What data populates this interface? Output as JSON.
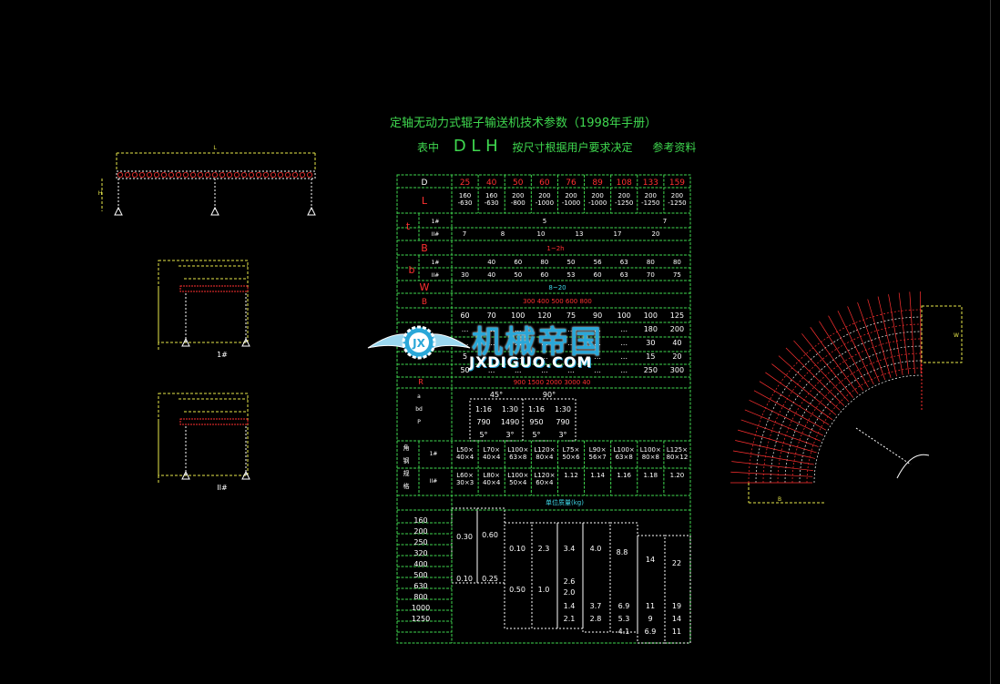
{
  "drawing": {
    "title": "定轴无动力式辊子输送机技术参数（1998年手册）",
    "subtitle_prefix": "表中",
    "subtitle_symbols": "D   L   H",
    "subtitle_note": "按尺寸根据用户要求决定",
    "subtitle_ref": "参考资料",
    "view_labels": [
      "1#",
      "II#"
    ],
    "colors": {
      "green": "#3fd84f",
      "red": "#ff3030",
      "yellow": "#e8e84a",
      "cyan": "#3fd8e8",
      "white": "#ffffff"
    }
  },
  "table": {
    "diameters": [
      "25",
      "40",
      "50",
      "60",
      "76",
      "89",
      "108",
      "133",
      "159"
    ],
    "row_L": {
      "label": "L",
      "values": [
        "160\n-630",
        "160\n-630",
        "200\n-800",
        "200\n-1000",
        "200\n-1000",
        "200\n-1000",
        "200\n-1250",
        "200\n-1250",
        "200\n-1250"
      ]
    },
    "row_t": {
      "label": "t",
      "sub1": "1#",
      "v1a": "5",
      "v1b": "7",
      "sub2": "II#",
      "v2": [
        "7",
        "8",
        "10",
        "13",
        "17",
        "20"
      ]
    },
    "row_B": {
      "label": "B",
      "value": "1~2h"
    },
    "row_b": {
      "label": "b",
      "sub1": "1#",
      "v1": [
        "40",
        "60",
        "80",
        "50",
        "56",
        "63",
        "80",
        "80"
      ],
      "sub2": "II#",
      "v2": [
        "30",
        "40",
        "50",
        "60",
        "53",
        "60",
        "63",
        "70",
        "75"
      ]
    },
    "row_W": {
      "label": "W",
      "value": "8~20"
    },
    "row_B2": {
      "label": "B",
      "values": "300  400  500  600  800"
    },
    "row_block": {
      "rows": [
        [
          "60",
          "70",
          "100",
          "120",
          "75",
          "90",
          "100",
          "100",
          "125"
        ],
        [
          "...",
          "...",
          "...",
          "...",
          "...",
          "...",
          "...",
          "180",
          "200"
        ],
        [
          "...",
          "...",
          "...",
          "...",
          "...",
          "...",
          "...",
          "30",
          "40"
        ],
        [
          "5",
          "...",
          "...",
          "...",
          "...",
          "...",
          "...",
          "15",
          "20"
        ],
        [
          "50",
          "...",
          "...",
          "...",
          "...",
          "...",
          "...",
          "250",
          "300"
        ]
      ]
    },
    "row_R": {
      "label": "R",
      "values": "900  1500  2000  3000  40"
    },
    "angle": {
      "header": [
        "45°",
        "90°"
      ],
      "rows": [
        {
          "label": "a",
          "values": [
            "1:16",
            "1:30",
            "1:16",
            "1:30"
          ]
        },
        {
          "label": "bd",
          "values": [
            "790",
            "1490",
            "950",
            "790"
          ]
        },
        {
          "label": "P",
          "values": [
            "5°",
            "3°",
            "5°",
            "3°"
          ]
        }
      ]
    },
    "angle_row_labels": [
      "a",
      "bd",
      "P"
    ],
    "bracket": {
      "labels": [
        "角",
        "钢",
        "规",
        "格"
      ],
      "sub1": "1#",
      "v1": [
        "L50×\n40×4",
        "L70×\n40×4",
        "L100×\n63×8",
        "L120×\n80×4",
        "L75×\n50×6",
        "L90×\n56×7",
        "L100×\n63×8",
        "L100×\n80×8",
        "L125×\n80×12"
      ],
      "sub2": "II#",
      "v2": [
        "L60×\n30×3",
        "L80×\n40×4",
        "L100×\n50×4",
        "L120×\n60×4",
        "1.12",
        "1.14",
        "1.16",
        "1.18",
        "1.20"
      ]
    },
    "mass_caption": "单位质量(kg)",
    "lengths": [
      "160",
      "200",
      "250",
      "320",
      "400",
      "500",
      "630",
      "800",
      "1000",
      "1250"
    ],
    "mass_values": [
      "0.30",
      "0.60",
      "0.10",
      "2.3",
      "3.4",
      "4.0",
      "8.8",
      "14",
      "22",
      "0.10",
      "0.25",
      "0.50",
      "1.0",
      "2.6",
      "2.0",
      "1.4",
      "3.7",
      "6.9",
      "11",
      "19",
      "2.1",
      "2.8",
      "5.3",
      "9",
      "14",
      "4.1",
      "6.9",
      "11"
    ]
  },
  "watermark": {
    "cn": "机械帝国",
    "en": "JXDIGUO.COM",
    "badge": "JX"
  }
}
